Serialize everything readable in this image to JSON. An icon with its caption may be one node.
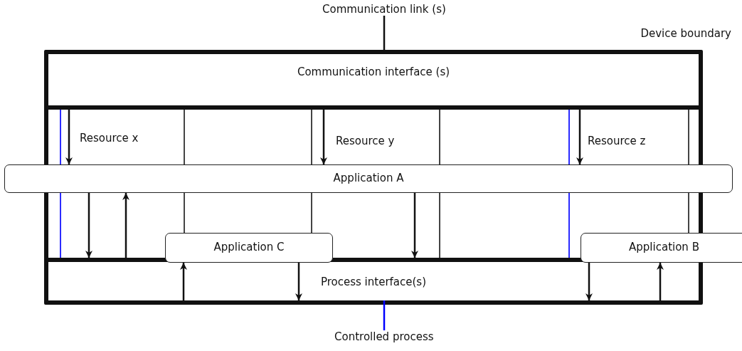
{
  "diagram": {
    "nodes": [
      {
        "text": [
          "Device boundary"
        ]
      },
      {
        "text": [
          "Communication interface (s)"
        ],
        "in": 0
      },
      {
        "text": [
          "Resource x"
        ],
        "in": 0
      },
      {
        "text": [
          "Resource y"
        ],
        "in": 0
      },
      {
        "text": [
          "Resource z"
        ],
        "in": 0
      },
      {
        "text": [
          "Application A"
        ]
      },
      {
        "text": [
          "Application C"
        ],
        "in": 0
      },
      {
        "text": [
          "Application B"
        ]
      },
      {
        "text": [
          "Process interface(s)"
        ],
        "in": 0
      },
      {
        "text": [
          "Communication link (s)"
        ]
      },
      {
        "text": [
          "Controlled process"
        ]
      }
    ],
    "edges": [
      {
        "from": 1,
        "to": 5,
        "arrow": "to"
      },
      {
        "from": 1,
        "to": 5,
        "arrow": "to"
      },
      {
        "from": 1,
        "to": 5,
        "arrow": "to"
      },
      {
        "from": 5,
        "to": 8,
        "arrow": "to"
      },
      {
        "from": 8,
        "to": 5,
        "arrow": "to"
      },
      {
        "from": 8,
        "to": 6,
        "arrow": "to"
      },
      {
        "from": 6,
        "to": 8,
        "arrow": "to"
      },
      {
        "from": 5,
        "to": 8,
        "arrow": "to"
      },
      {
        "from": 7,
        "to": 8,
        "arrow": "to"
      },
      {
        "from": 8,
        "to": 7,
        "arrow": "to"
      },
      {
        "from": 9,
        "to": 1,
        "arrow": "none"
      },
      {
        "from": 10,
        "to": 8,
        "arrow": "none",
        "color": "#0000ff"
      }
    ]
  }
}
